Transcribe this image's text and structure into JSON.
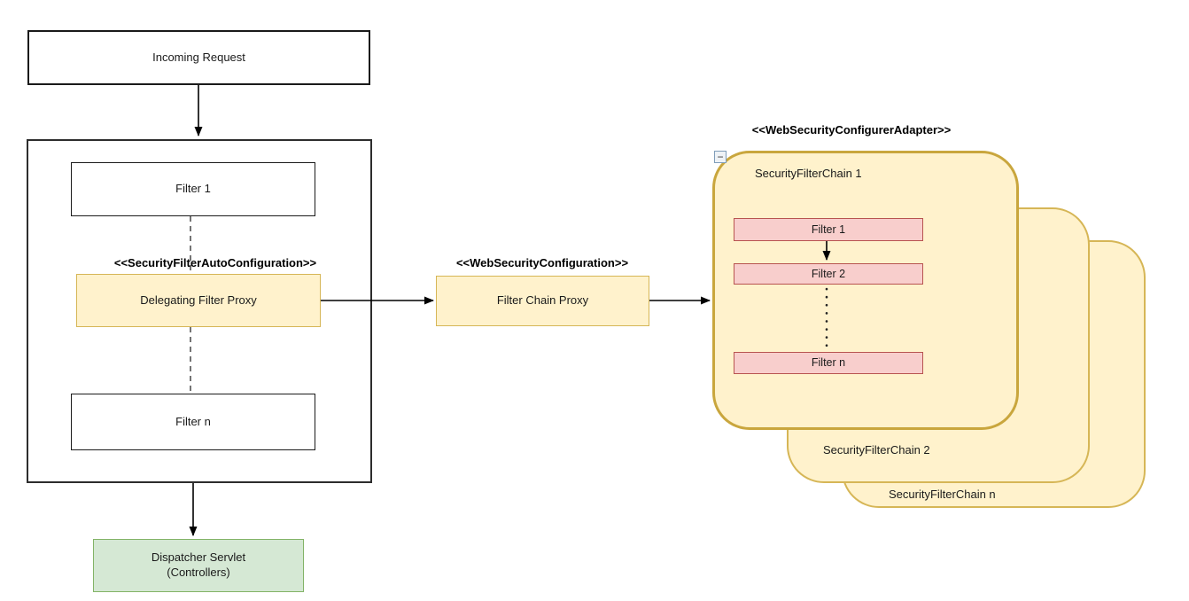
{
  "diagram": {
    "left_flow": {
      "incoming_request": "Incoming Request",
      "servlet_container": {
        "filter_1": "Filter 1",
        "auto_config_stereotype": "<<SecurityFilterAutoConfiguration>>",
        "delegating_filter_proxy": "Delegating Filter Proxy",
        "filter_n": "Filter n"
      },
      "dispatcher_servlet": {
        "line1": "Dispatcher Servlet",
        "line2": "(Controllers)"
      }
    },
    "middle": {
      "web_security_config_stereotype": "<<WebSecurityConfiguration>>",
      "filter_chain_proxy": "Filter Chain Proxy"
    },
    "right_stack": {
      "adapter_stereotype": "<<WebSecurityConfigurerAdapter>>",
      "collapse_icon": "−",
      "chain_1": {
        "label": "SecurityFilterChain 1",
        "filters": [
          "Filter 1",
          "Filter 2",
          "Filter n"
        ]
      },
      "chain_2": {
        "label": "SecurityFilterChain 2"
      },
      "chain_n": {
        "label": "SecurityFilterChain n"
      }
    },
    "colors": {
      "yellow_fill": "#FFF2CC",
      "yellow_border": "#D6B656",
      "pink_fill": "#F8CECC",
      "pink_border": "#B85450",
      "green_fill": "#D5E8D4",
      "green_border": "#82B366",
      "connector": "#000000"
    }
  }
}
